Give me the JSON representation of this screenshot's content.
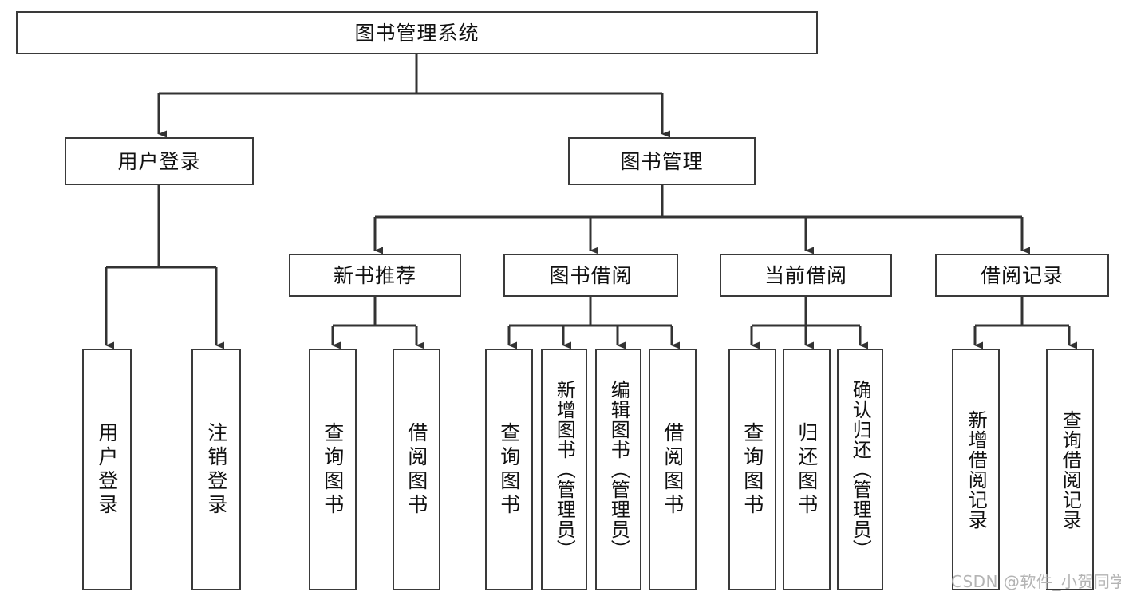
{
  "diagram": {
    "type": "tree-hierarchy-diagram",
    "title": "图书管理系统",
    "watermark": "CSDN @软件_小贺同学",
    "style": {
      "background": "#ffffff",
      "box_border": "#3a3a3a",
      "box_fill": "#ffffff",
      "connector": "#333333",
      "text": "#111111",
      "watermark_color": "#b4b4b4"
    },
    "root": {
      "label": "图书管理系统"
    },
    "level1": [
      {
        "label": "用户登录"
      },
      {
        "label": "图书管理"
      }
    ],
    "level2": [
      {
        "label": "新书推荐"
      },
      {
        "label": "图书借阅"
      },
      {
        "label": "当前借阅"
      },
      {
        "label": "借阅记录"
      }
    ],
    "leaves": [
      {
        "label": "用户登录",
        "parent": "用户登录"
      },
      {
        "label": "注销登录",
        "parent": "用户登录"
      },
      {
        "label": "查询图书",
        "parent": "新书推荐"
      },
      {
        "label": "借阅图书",
        "parent": "新书推荐"
      },
      {
        "label": "查询图书",
        "parent": "图书借阅"
      },
      {
        "label": "新增图书（管理员）",
        "parent": "图书借阅"
      },
      {
        "label": "编辑图书（管理员）",
        "parent": "图书借阅"
      },
      {
        "label": "借阅图书",
        "parent": "图书借阅"
      },
      {
        "label": "查询图书",
        "parent": "当前借阅"
      },
      {
        "label": "归还图书",
        "parent": "当前借阅"
      },
      {
        "label": "确认归还（管理员）",
        "parent": "当前借阅"
      },
      {
        "label": "新增借阅记录",
        "parent": "借阅记录"
      },
      {
        "label": "查询借阅记录",
        "parent": "借阅记录"
      }
    ]
  }
}
